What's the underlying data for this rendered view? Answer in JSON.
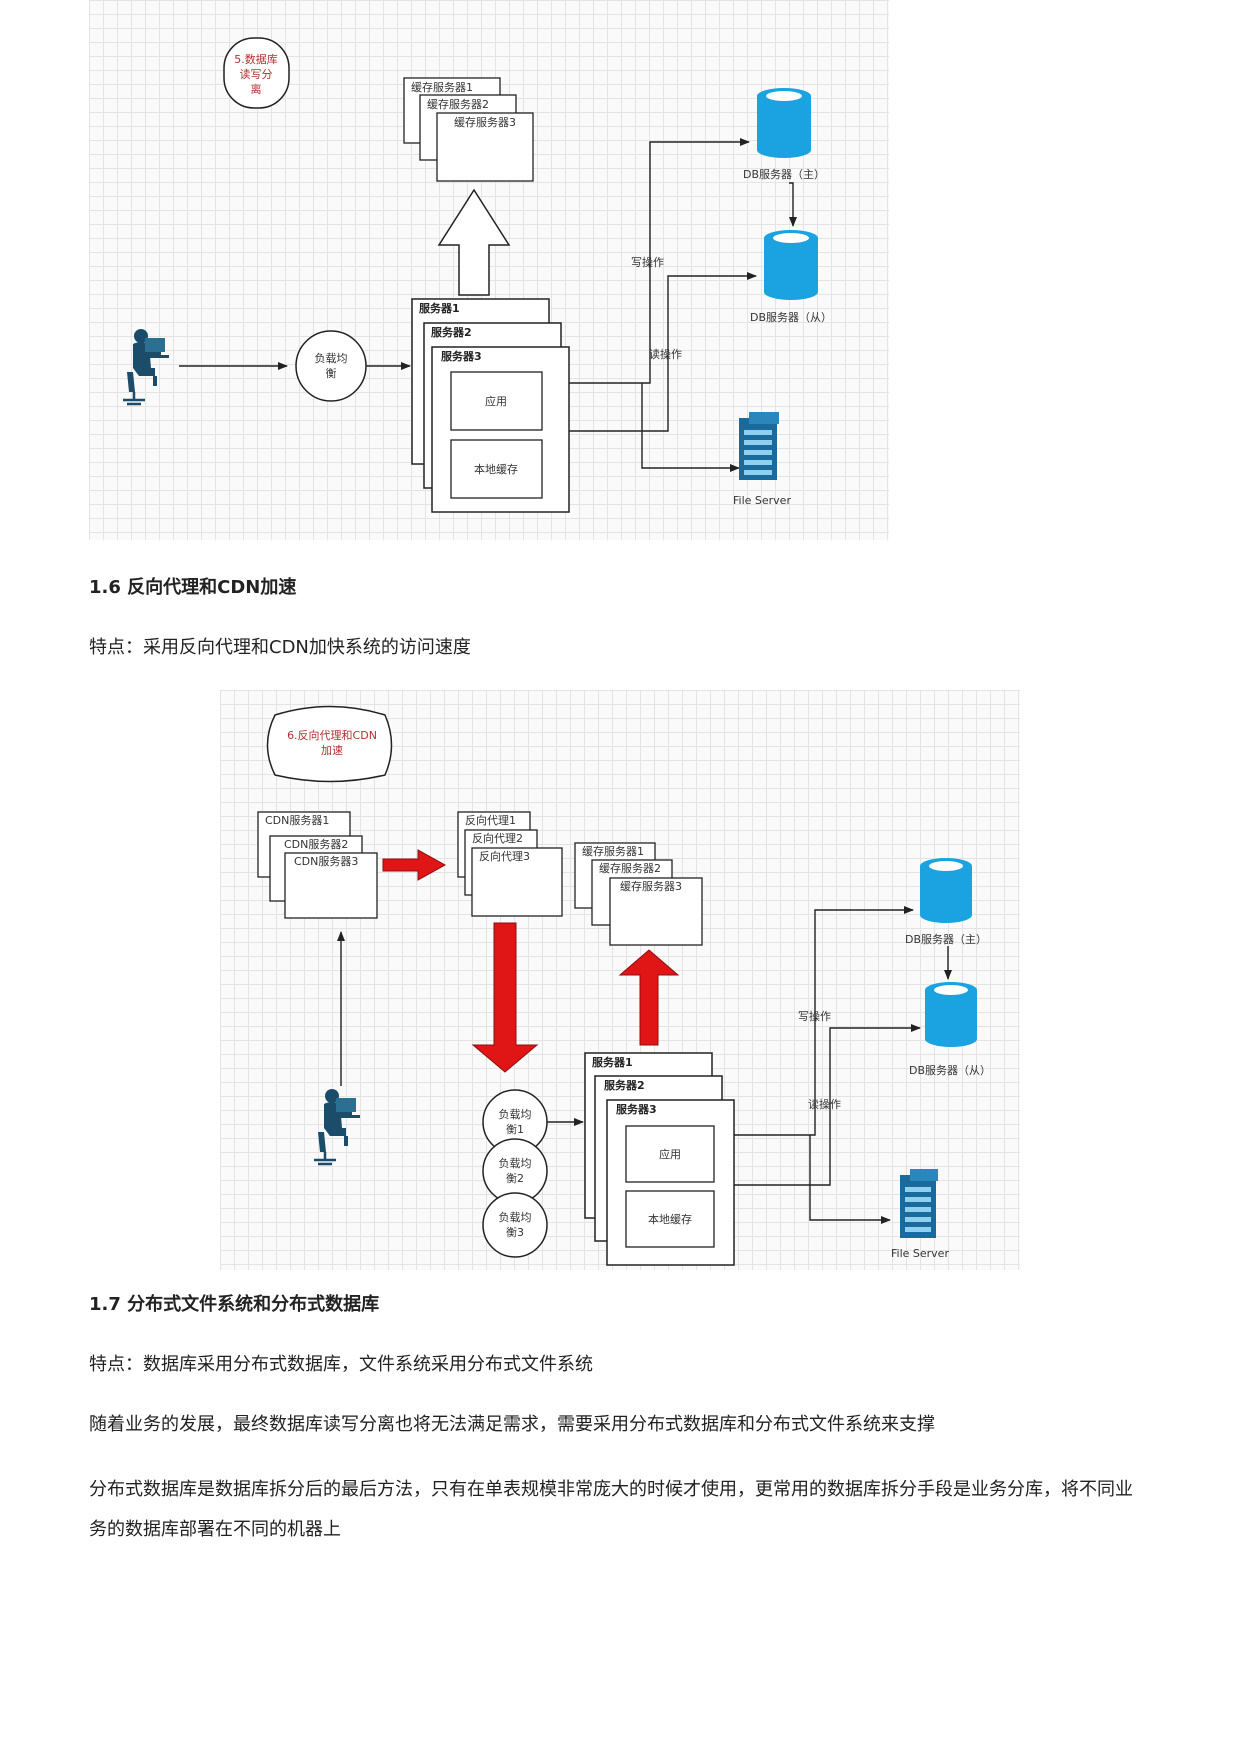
{
  "figure1": {
    "note": [
      "5.数据库",
      "读写分",
      "离"
    ],
    "cache_servers": [
      "缓存服务器1",
      "缓存服务器2",
      "缓存服务器3"
    ],
    "app_servers": [
      "服务器1",
      "服务器2",
      "服务器3"
    ],
    "app_label": "应用",
    "local_cache_label": "本地缓存",
    "load_balancer": [
      "负载均",
      "衡"
    ],
    "db_master": "DB服务器（主）",
    "db_slave": "DB服务器（从）",
    "write_op": "写操作",
    "read_op": "读操作",
    "file_server": "File Server"
  },
  "section_1_6": {
    "heading": "1.6 反向代理和CDN加速",
    "feature": "特点：采用反向代理和CDN加快系统的访问速度"
  },
  "figure2": {
    "note": [
      "6.反向代理和CDN",
      "加速"
    ],
    "cdn_servers": [
      "CDN服务器1",
      "CDN服务器2",
      "CDN服务器3"
    ],
    "reverse_proxies": [
      "反向代理1",
      "反向代理2",
      "反向代理3"
    ],
    "cache_servers": [
      "缓存服务器1",
      "缓存服务器2",
      "缓存服务器3"
    ],
    "app_servers": [
      "服务器1",
      "服务器2",
      "服务器3"
    ],
    "app_label": "应用",
    "local_cache_label": "本地缓存",
    "load_balancers": [
      [
        "负载均",
        "衡1"
      ],
      [
        "负载均",
        "衡2"
      ],
      [
        "负载均",
        "衡3"
      ]
    ],
    "db_master": "DB服务器（主）",
    "db_slave": "DB服务器（从）",
    "write_op": "写操作",
    "read_op": "读操作",
    "file_server": "File Server"
  },
  "section_1_7": {
    "heading": "1.7 分布式文件系统和分布式数据库",
    "feature": "特点：数据库采用分布式数据库，文件系统采用分布式文件系统",
    "para1": "随着业务的发展，最终数据库读写分离也将无法满足需求，需要采用分布式数据库和分布式文件系统来支撑",
    "para2": "分布式数据库是数据库拆分后的最后方法，只有在单表规模非常庞大的时候才使用，更常用的数据库拆分手段是业务分库，将不同业务的数据库部署在不同的机器上"
  },
  "colors": {
    "db_blue": "#1aa3e0",
    "red_arrow": "#e01515",
    "note_red": "#b03030"
  }
}
